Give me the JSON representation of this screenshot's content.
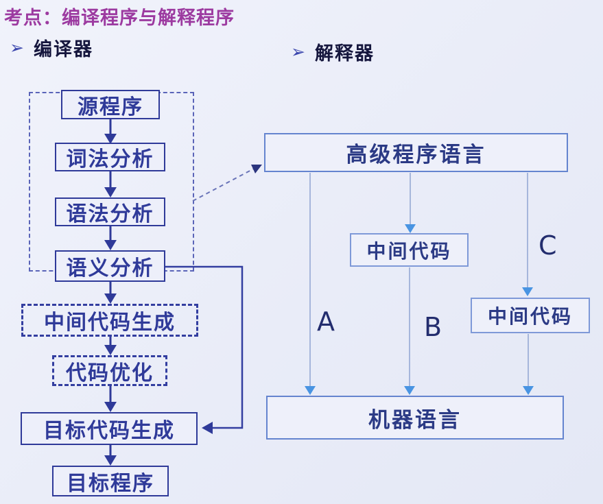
{
  "title": "考点：编译程序与解释程序",
  "sections": {
    "compiler": {
      "bullet": "➢",
      "label": "编译器"
    },
    "interpreter": {
      "bullet": "➢",
      "label": "解释器"
    }
  },
  "compiler_flow": {
    "nodes": [
      {
        "label": "源程序",
        "style": "solid"
      },
      {
        "label": "词法分析",
        "style": "solid"
      },
      {
        "label": "语法分析",
        "style": "solid"
      },
      {
        "label": "语义分析",
        "style": "solid"
      },
      {
        "label": "中间代码生成",
        "style": "dashed"
      },
      {
        "label": "代码优化",
        "style": "dashed"
      },
      {
        "label": "目标代码生成",
        "style": "solid"
      },
      {
        "label": "目标程序",
        "style": "solid"
      }
    ]
  },
  "interpreter_diagram": {
    "top_box": "高级程序语言",
    "bottom_box": "机器语言",
    "intermediate_box_b": "中间代码",
    "intermediate_box_c": "中间代码",
    "path_a_label": "A",
    "path_b_label": "B",
    "path_c_label": "C"
  },
  "colors": {
    "title_ink": "#9c3aa0",
    "header_ink": "#15163d",
    "flow_ink": "#2f3a99",
    "right_box_border": "#7e99d8",
    "right_line": "#9fb0d8",
    "right_arrowhead": "#4994e2"
  }
}
